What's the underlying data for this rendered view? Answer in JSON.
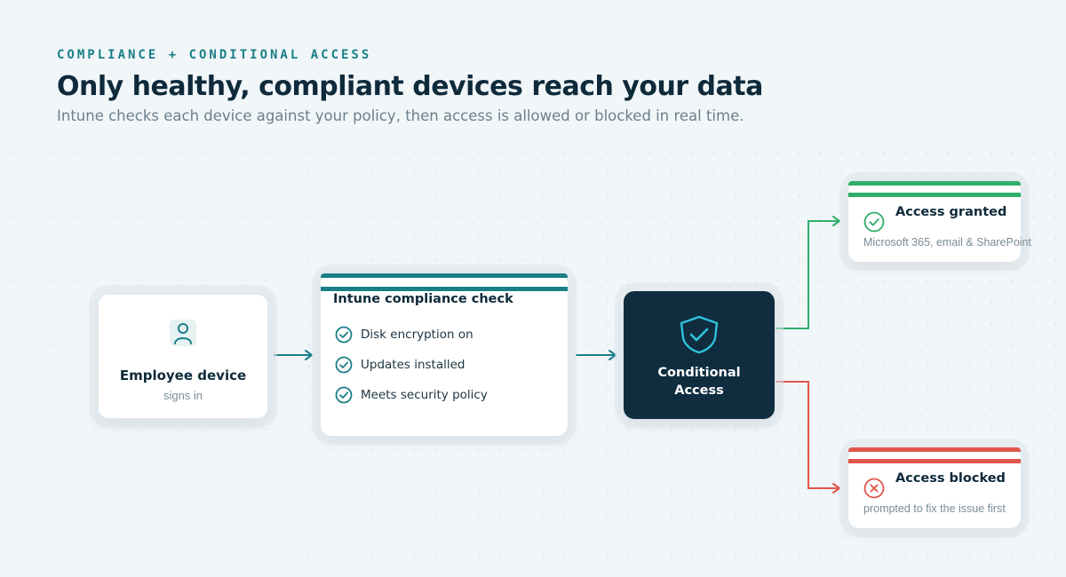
{
  "header": {
    "eyebrow": "COMPLIANCE + CONDITIONAL ACCESS",
    "title": "Only healthy, compliant devices reach your data",
    "subtitle": "Intune checks each device against your policy, then access is allowed or blocked in real time."
  },
  "nodes": {
    "device": {
      "title": "Employee device",
      "subtitle": "signs in",
      "icon": "person-icon"
    },
    "check": {
      "title": "Intune compliance check",
      "items": [
        {
          "label": "Disk encryption on",
          "icon": "check-circle-icon"
        },
        {
          "label": "Updates installed",
          "icon": "check-circle-icon"
        },
        {
          "label": "Meets security policy",
          "icon": "check-circle-icon"
        }
      ]
    },
    "conditional_access": {
      "title_line1": "Conditional",
      "title_line2": "Access",
      "icon": "shield-check-icon"
    },
    "granted": {
      "title": "Access granted",
      "subtitle": "Microsoft 365, email & SharePoint",
      "icon": "check-circle-icon"
    },
    "blocked": {
      "title": "Access blocked",
      "subtitle": "prompted to fix the issue first",
      "icon": "x-circle-icon"
    }
  },
  "colors": {
    "teal": "#1a7f87",
    "navy": "#0f2d3f",
    "green": "#2fae6a",
    "red": "#e0564a",
    "shield": "#2fc2dd"
  }
}
